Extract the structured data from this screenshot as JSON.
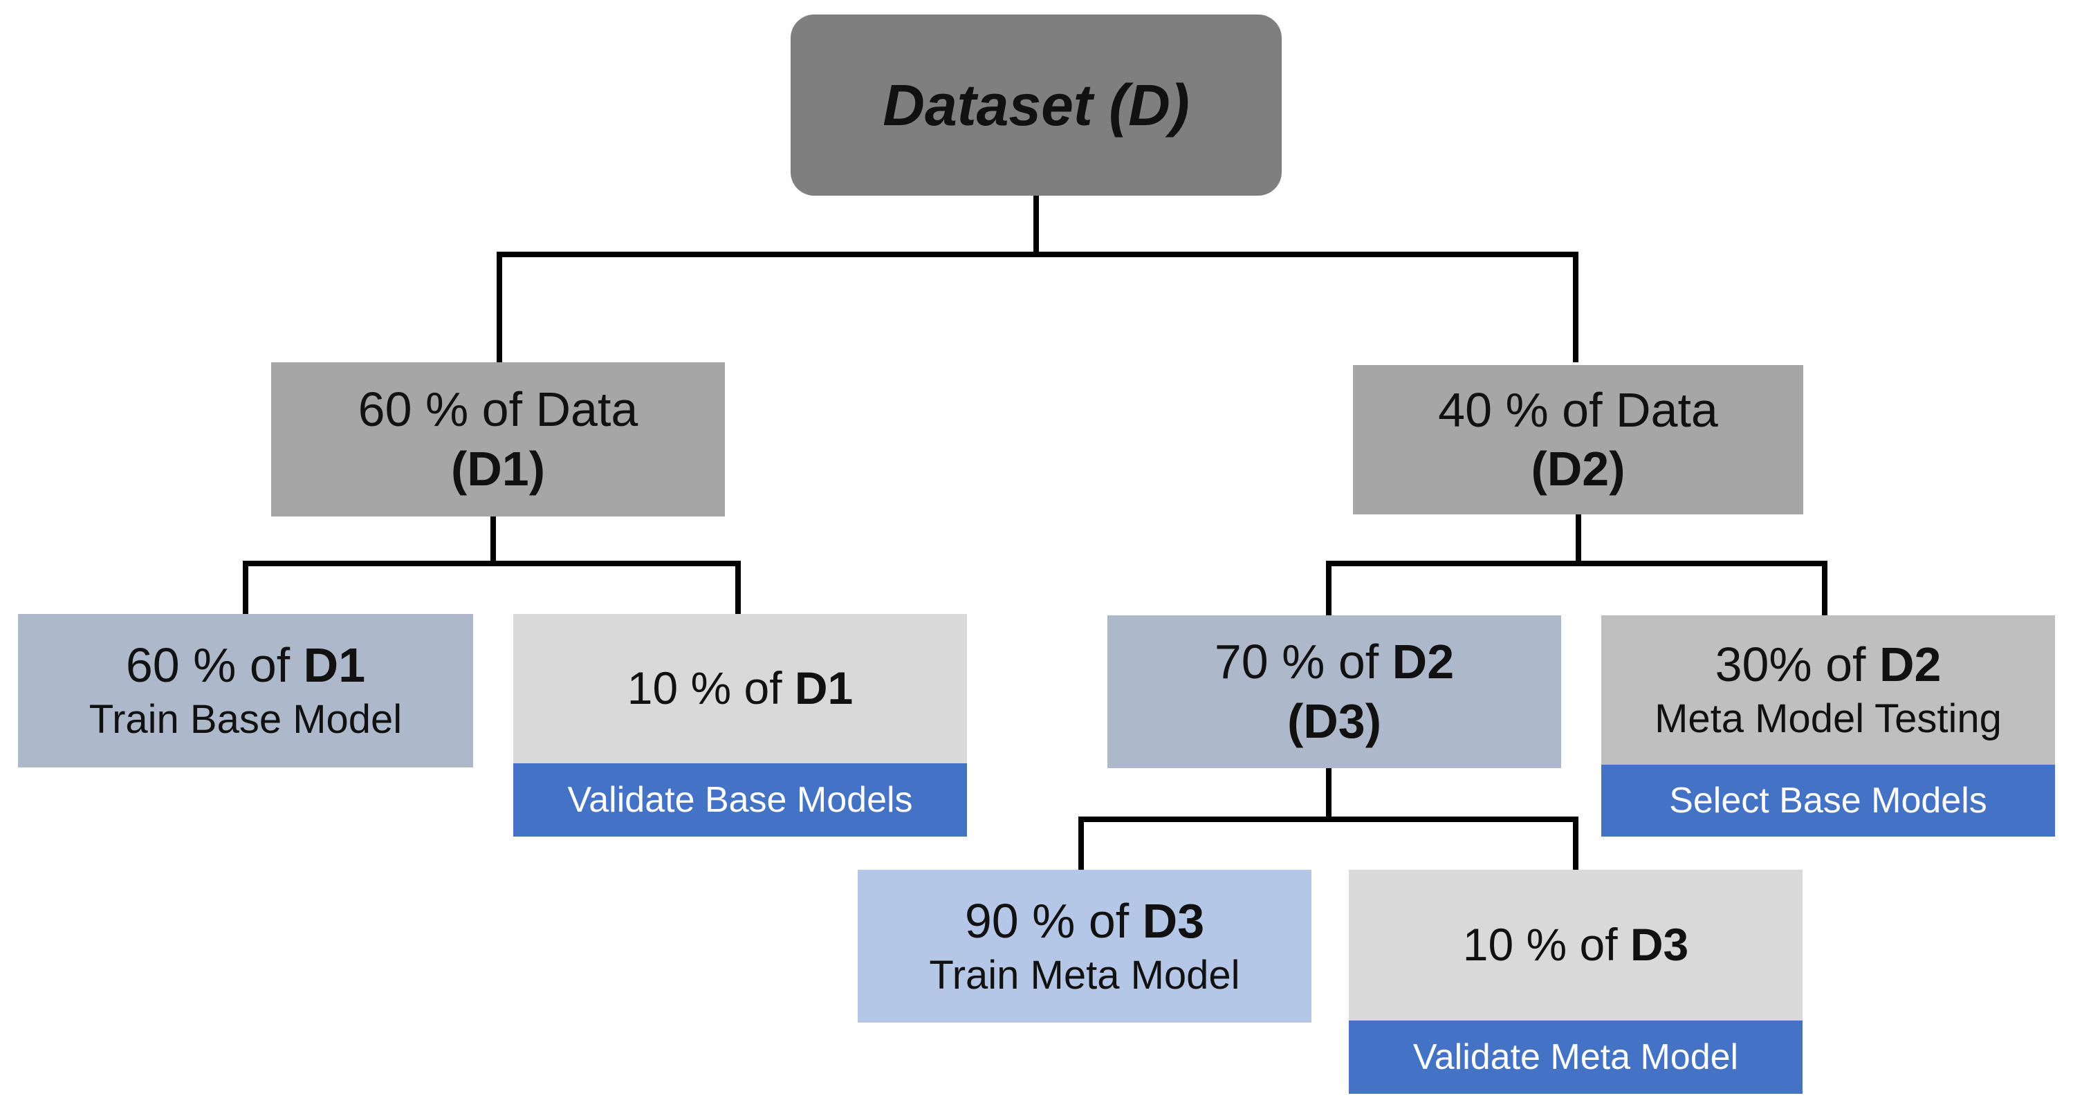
{
  "colors": {
    "root": "#7f7f7f",
    "level1": "#a6a6a6",
    "blue_grey": "#adb9ca",
    "light_grey": "#d9d9d9",
    "mid_grey": "#bfbfbf",
    "light_blue": "#b4c7e7",
    "band_blue": "#4472c4",
    "line": "#000000"
  },
  "root": {
    "label": "Dataset (D)"
  },
  "d1": {
    "main": "60 % of Data",
    "id": "(D1)"
  },
  "d2": {
    "main": "40 % of Data",
    "id": "(D2)"
  },
  "d1_train": {
    "prefix": "60 % of ",
    "ref": "D1",
    "desc": "Train Base Model"
  },
  "d1_val": {
    "prefix": "10 % of ",
    "ref": "D1",
    "band": "Validate Base Models"
  },
  "d3": {
    "prefix": "70 % of ",
    "ref": "D2",
    "id": "(D3)"
  },
  "d2_test": {
    "prefix": "30% of ",
    "ref": "D2",
    "desc": "Meta Model Testing",
    "band": "Select Base Models"
  },
  "d3_train": {
    "prefix": "90 % of ",
    "ref": "D3",
    "desc": "Train Meta Model"
  },
  "d3_val": {
    "prefix": "10 % of ",
    "ref": "D3",
    "band": "Validate Meta Model"
  }
}
